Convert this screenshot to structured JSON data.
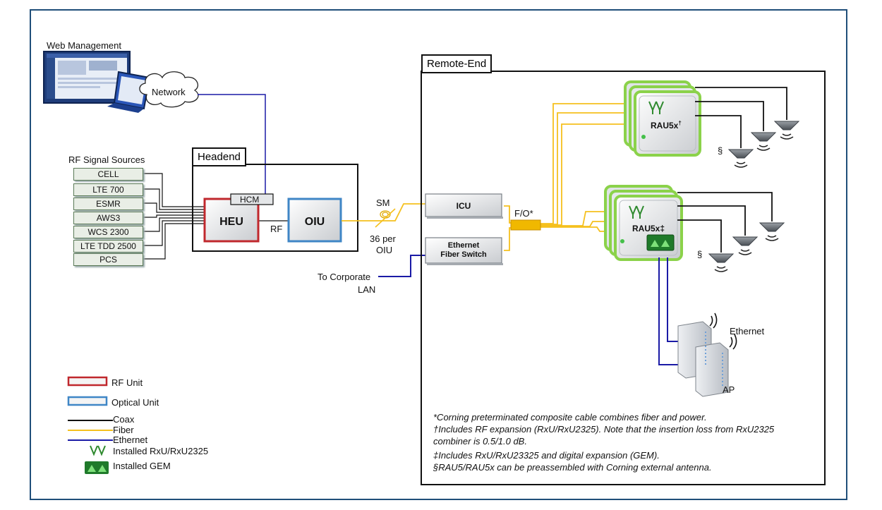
{
  "web_management_label": "Web Management",
  "network_label": "Network",
  "rf_sources_title": "RF Signal Sources",
  "rf_sources": [
    "CELL",
    "LTE 700",
    "ESMR",
    "AWS3",
    "WCS 2300",
    "LTE TDD 2500",
    "PCS"
  ],
  "headend_label": "Headend",
  "hcm_label": "HCM",
  "heu_label": "HEU",
  "rf_link_label": "RF",
  "oiu_label": "OIU",
  "sm_label": "SM",
  "per_oiu_label_1": "36 per",
  "per_oiu_label_2": "OIU",
  "corporate_lan_1": "To Corporate",
  "corporate_lan_2": "LAN",
  "remote_end_label": "Remote-End",
  "icu_label": "ICU",
  "ethernet_switch_1": "Ethernet",
  "ethernet_switch_2": "Fiber Switch",
  "fo_label": "F/O*",
  "rau_top_label": "RAU5x",
  "rau_top_mark": "†",
  "rau_bottom_label": "RAU5x‡",
  "section_mark": "§",
  "ethernet_label": "Ethernet",
  "ap_label": "AP",
  "legend": {
    "rf_unit": "RF Unit",
    "optical_unit": "Optical Unit",
    "coax": "Coax",
    "fiber": "Fiber",
    "ethernet": "Ethernet",
    "installed_rxu": "Installed RxU/RxU2325",
    "installed_gem": "Installed GEM"
  },
  "notes": [
    "*Corning preterminated composite cable combines fiber and power.",
    "†Includes RF expansion (RxU/RxU2325). Note that the insertion loss from RxU2325",
    "combiner is 0.5/1.0 dB.",
    "‡Includes RxU/RxU23325 and digital expansion (GEM).",
    "§RAU5/RAU5x can be preassembled with Corning external antenna."
  ],
  "colors": {
    "frame_border": "#1f4e79",
    "coax": "#111111",
    "fiber": "#f5c01e",
    "ethernet": "#1a1aa6",
    "rf_unit": "#c0282d",
    "optical_unit": "#3f86c6",
    "rau_glow": "#8bd24a",
    "antenna_green": "#2f8a2f"
  }
}
